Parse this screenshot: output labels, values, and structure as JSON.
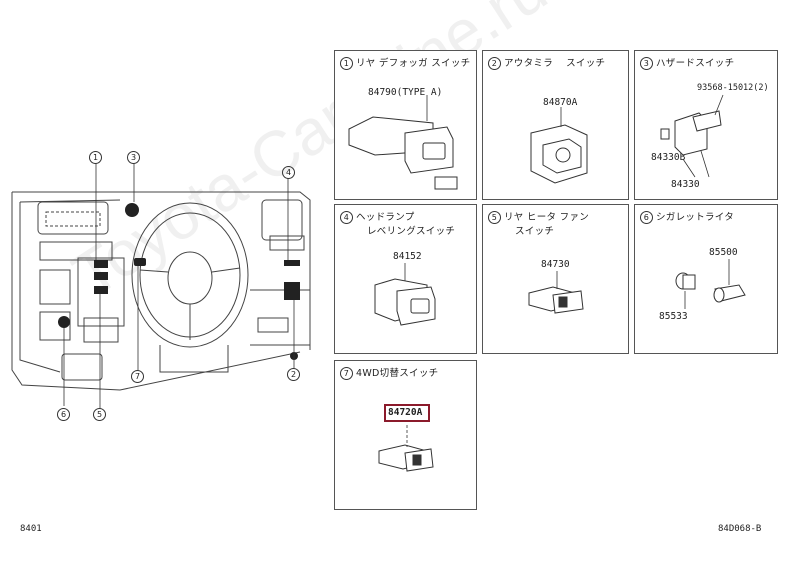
{
  "overview": {
    "callouts": [
      "1",
      "3",
      "4",
      "6",
      "5",
      "7",
      "2"
    ]
  },
  "panels": [
    {
      "num": "1",
      "title": "リヤ デフォッガ スイッチ",
      "parts": [
        "84790(TYPE A)"
      ]
    },
    {
      "num": "2",
      "title": "アウタミラ　 スイッチ",
      "parts": [
        "84870A"
      ]
    },
    {
      "num": "3",
      "title": "ハザードスイッチ",
      "parts": [
        "93568-15012(2)",
        "84330B",
        "84330"
      ]
    },
    {
      "num": "4",
      "title": "ヘッドランプ",
      "title2": "レベリングスイッチ",
      "parts": [
        "84152"
      ]
    },
    {
      "num": "5",
      "title": "リヤ ヒータ ファン",
      "title2": "スイッチ",
      "parts": [
        "84730"
      ]
    },
    {
      "num": "6",
      "title": "シガレットライタ",
      "parts": [
        "85500",
        "85533"
      ]
    },
    {
      "num": "7",
      "title": "4WD切替スイッチ",
      "parts": [
        "84720A"
      ]
    }
  ],
  "highlight_color": "#8b1a2b",
  "watermark": "Toyota-Car-Mine.ru",
  "footer": {
    "left": "8401",
    "right": "84D068-B"
  }
}
